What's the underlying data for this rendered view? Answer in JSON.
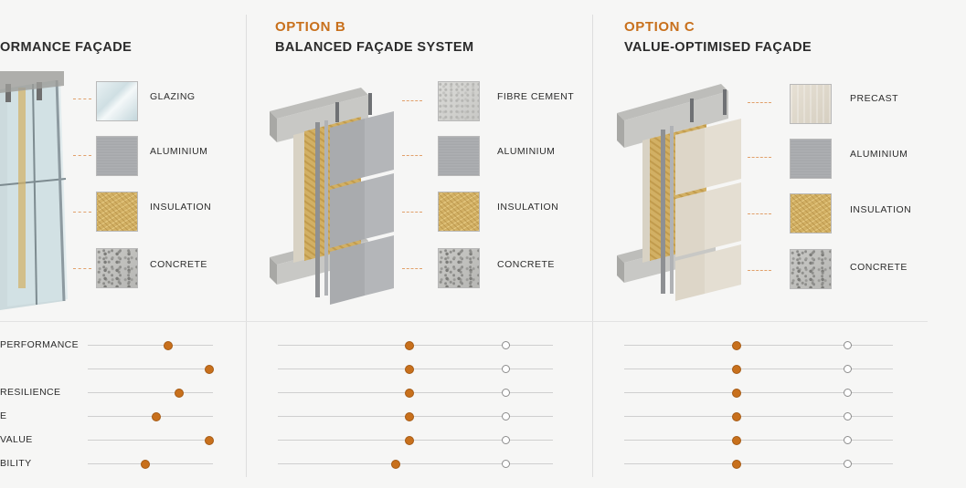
{
  "columns": [
    {
      "option_label": "",
      "title": "ORMANCE FAÇADE",
      "materials": [
        {
          "label": "GLAZING",
          "icon": "glazing-swatch"
        },
        {
          "label": "ALUMINIUM",
          "icon": "aluminium-swatch"
        },
        {
          "label": "INSULATION",
          "icon": "insulation-swatch"
        },
        {
          "label": "CONCRETE",
          "icon": "concrete-swatch"
        }
      ],
      "metrics": [
        {
          "label": "PERFORMANCE",
          "score": 0.64
        },
        {
          "label": "",
          "score": 0.97
        },
        {
          "label": "RESILIENCE",
          "score": 0.73
        },
        {
          "label": "E",
          "score": 0.55
        },
        {
          "label": "VALUE",
          "score": 0.97
        },
        {
          "label": "BILITY",
          "score": 0.46
        }
      ]
    },
    {
      "option_label": "OPTION B",
      "title": "BALANCED FAÇADE SYSTEM",
      "materials": [
        {
          "label": "FIBRE CEMENT",
          "icon": "fibre-cement-swatch"
        },
        {
          "label": "ALUMINIUM",
          "icon": "aluminium-swatch"
        },
        {
          "label": "INSULATION",
          "icon": "insulation-swatch"
        },
        {
          "label": "CONCRETE",
          "icon": "concrete-swatch"
        }
      ],
      "metrics": [
        {
          "score": 0.48,
          "reference": 0.83
        },
        {
          "score": 0.48,
          "reference": 0.83
        },
        {
          "score": 0.48,
          "reference": 0.83
        },
        {
          "score": 0.48,
          "reference": 0.83
        },
        {
          "score": 0.48,
          "reference": 0.83
        },
        {
          "score": 0.43,
          "reference": 0.83
        }
      ]
    },
    {
      "option_label": "OPTION C",
      "title": "VALUE-OPTIMISED FAÇADE",
      "materials": [
        {
          "label": "PRECAST",
          "icon": "precast-swatch"
        },
        {
          "label": "ALUMINIUM",
          "icon": "aluminium-swatch"
        },
        {
          "label": "INSULATION",
          "icon": "insulation-swatch"
        },
        {
          "label": "CONCRETE",
          "icon": "concrete-swatch"
        }
      ],
      "metrics": [
        {
          "score": 0.42,
          "reference": 0.83
        },
        {
          "score": 0.42,
          "reference": 0.83
        },
        {
          "score": 0.42,
          "reference": 0.83
        },
        {
          "score": 0.42,
          "reference": 0.83
        },
        {
          "score": 0.42,
          "reference": 0.83
        },
        {
          "score": 0.42,
          "reference": 0.83
        }
      ]
    }
  ],
  "colors": {
    "accent": "#c8701c",
    "text": "#2b2b2b",
    "divider": "#dedede"
  }
}
